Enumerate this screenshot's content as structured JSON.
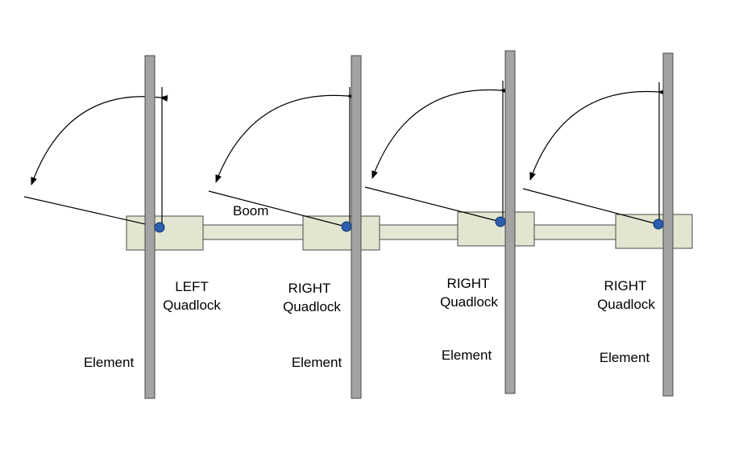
{
  "diagram": {
    "boom_label": "Boom",
    "units": [
      {
        "quadlock_line1": "LEFT",
        "quadlock_line2": "Quadlock",
        "element_label": "Element"
      },
      {
        "quadlock_line1": "RIGHT",
        "quadlock_line2": "Quadlock",
        "element_label": "Element"
      },
      {
        "quadlock_line1": "RIGHT",
        "quadlock_line2": "Quadlock",
        "element_label": "Element"
      },
      {
        "quadlock_line1": "RIGHT",
        "quadlock_line2": "Quadlock",
        "element_label": "Element"
      }
    ]
  },
  "colors": {
    "boom_fill": "#e3e8d4",
    "quadlock_fill": "#e1e6d0",
    "outline": "#4a4a4a",
    "element_fill": "#a3a3a3",
    "pivot_fill": "#2b5fad",
    "pivot_stroke": "#16386e",
    "line": "#000000"
  }
}
